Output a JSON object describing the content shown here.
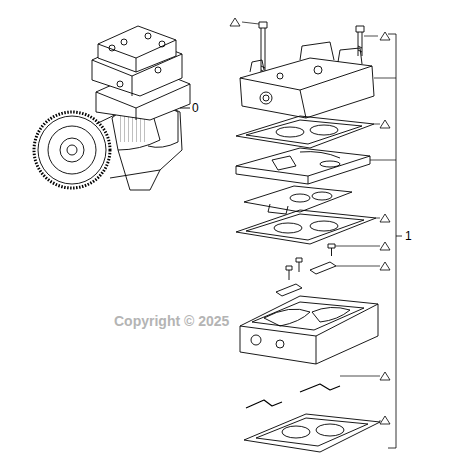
{
  "diagram": {
    "labels": [
      "0",
      "1",
      "Copyright © 2025"
    ]
  }
}
